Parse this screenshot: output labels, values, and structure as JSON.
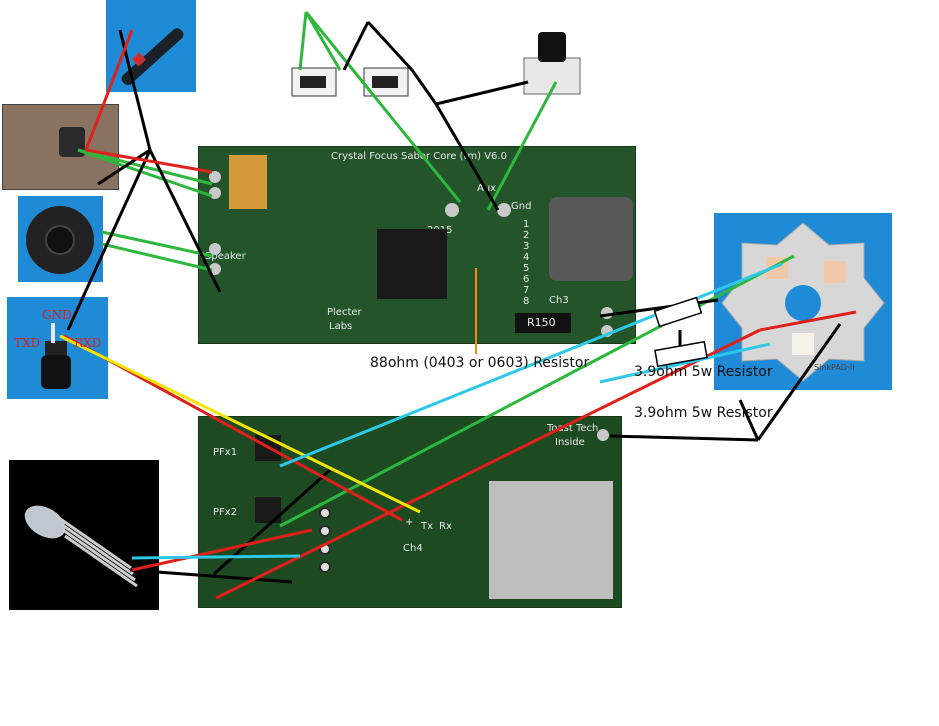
{
  "top_board": {
    "title": "Crystal Focus Saber Core (tm) V6.0",
    "year": "2015",
    "brand_line1": "Plecter",
    "brand_line2": "Labs",
    "ch3": "Ch3",
    "resistor_code": "R150",
    "gnd": "Gnd",
    "aux": "Aux",
    "speaker": "Speaker",
    "numbers": [
      "1",
      "2",
      "3",
      "4",
      "5",
      "6",
      "7",
      "8"
    ]
  },
  "bottom_board": {
    "pfx1": "PFx1",
    "pfx2": "PFx2",
    "ch4": "Ch4",
    "plus": "+",
    "tx": "Tx",
    "rx": "Rx",
    "toast_tech": "Toast Tech",
    "inside": "Inside"
  },
  "jack": {
    "gnd": "GND",
    "txd": "TXD",
    "rxd": "RXD"
  },
  "led_star": {
    "brand": "SinkPAD-II"
  },
  "annotations": {
    "resistor_88": "88ohm (0403 or 0603) Resistor",
    "resistor_39_a": "3.9ohm 5w Resistor",
    "resistor_39_b": "3.9ohm 5w Resistor"
  },
  "colors": {
    "green": "#2db83d",
    "black": "#000000",
    "red": "#e0201a",
    "yellow": "#f2e600",
    "cyan": "#2ec8e8",
    "orange": "#f08a12"
  }
}
